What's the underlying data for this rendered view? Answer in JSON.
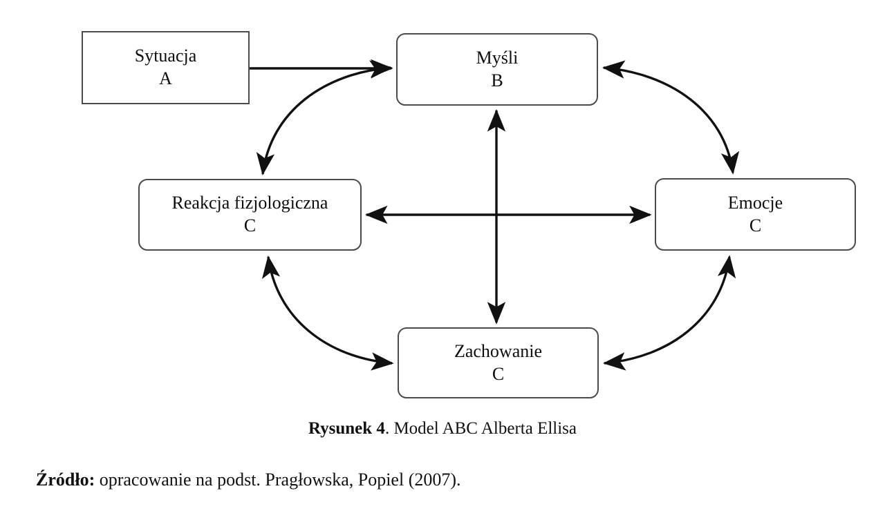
{
  "figure": {
    "nodes": [
      {
        "id": "sytuacja",
        "line1": "Sytuacja",
        "line2": "A",
        "shape": "rectangle"
      },
      {
        "id": "mysli",
        "line1": "Myśli",
        "line2": "B",
        "shape": "rounded-rectangle"
      },
      {
        "id": "reakcja",
        "line1": "Reakcja fizjologiczna",
        "line2": "C",
        "shape": "rounded-rectangle"
      },
      {
        "id": "emocje",
        "line1": "Emocje",
        "line2": "C",
        "shape": "rounded-rectangle"
      },
      {
        "id": "zachowanie",
        "line1": "Zachowanie",
        "line2": "C",
        "shape": "rounded-rectangle"
      }
    ],
    "connectors": [
      {
        "id": "sytuacja-to-mysli",
        "from": "sytuacja",
        "to": "mysli",
        "style": "straight",
        "heads": "one-way"
      },
      {
        "id": "mysli-reakcja-curve",
        "from": "mysli",
        "to": "reakcja",
        "style": "curved",
        "heads": "two-way"
      },
      {
        "id": "mysli-emocje-curve",
        "from": "mysli",
        "to": "emocje",
        "style": "curved",
        "heads": "two-way"
      },
      {
        "id": "reakcja-zachowanie-curve",
        "from": "reakcja",
        "to": "zachowanie",
        "style": "curved",
        "heads": "two-way"
      },
      {
        "id": "emocje-zachowanie-curve",
        "from": "emocje",
        "to": "zachowanie",
        "style": "curved",
        "heads": "two-way"
      },
      {
        "id": "reakcja-emocje-horizontal",
        "from": "reakcja",
        "to": "emocje",
        "style": "straight",
        "heads": "two-way"
      },
      {
        "id": "mysli-zachowanie-vertical",
        "from": "mysli",
        "to": "zachowanie",
        "style": "straight",
        "heads": "two-way"
      }
    ],
    "colors": {
      "box_border": "#4a4a4a",
      "arrow": "#111111",
      "background": "#ffffff",
      "text": "#0d0d0d"
    }
  },
  "caption": {
    "strong": "Rysunek 4",
    "rest": ". Model ABC Alberta Ellisa"
  },
  "source": {
    "strong": "Źródło:",
    "rest": " opracowanie na podst. Pragłowska, Popiel (2007)."
  }
}
